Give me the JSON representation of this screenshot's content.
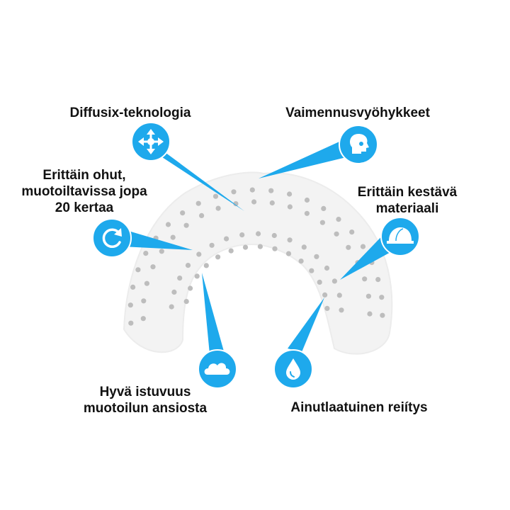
{
  "features": [
    {
      "id": "diffusix",
      "lines": [
        "Diffusix-teknologia"
      ],
      "icon": "arrows-move-icon"
    },
    {
      "id": "damping",
      "lines": [
        "Vaimennusvyöhykkeet"
      ],
      "icon": "head-profile-icon"
    },
    {
      "id": "thin",
      "lines": [
        "Erittäin ohut,",
        "muotoiltavissa jopa",
        "20 kertaa"
      ],
      "icon": "refresh-icon"
    },
    {
      "id": "durable",
      "lines": [
        "Erittäin kestävä",
        "materiaali"
      ],
      "icon": "helmet-icon"
    },
    {
      "id": "fit",
      "lines": [
        "Hyvä istuvuus",
        "muotoilun ansiosta"
      ],
      "icon": "cloud-icon"
    },
    {
      "id": "perforation",
      "lines": [
        "Ainutlaatuinen reiítys"
      ],
      "icon": "droplet-icon"
    }
  ],
  "colors": {
    "accent": "#1ea9ec",
    "accent_dark": "#0f8fd3",
    "mouthguard": "#f3f3f3",
    "dots": "#bdbdbd",
    "text": "#111111"
  }
}
